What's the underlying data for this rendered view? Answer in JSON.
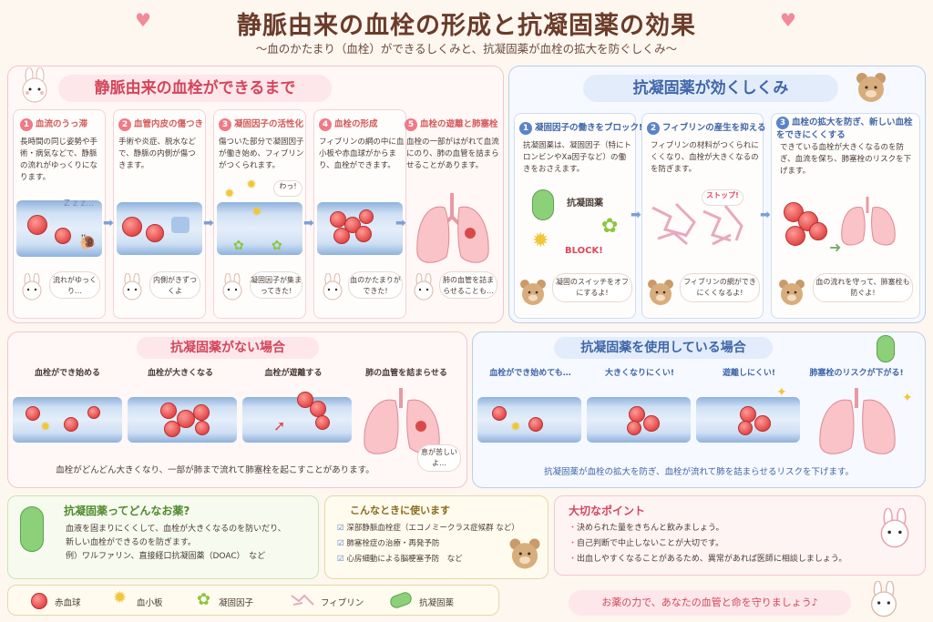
{
  "header": {
    "title": "静脈由来の血栓の形成と抗凝固薬の効果",
    "subtitle": "〜血のかたまり（血栓）ができるしくみと、抗凝固薬が血栓の拡大を防ぐしくみ〜"
  },
  "formation": {
    "heading": "静脈由来の血栓ができるまで",
    "steps": [
      {
        "num": "1",
        "title": "血流のうっ滞",
        "text": "長時間の同じ姿勢や手術・病気などで、静脈の流れがゆっくりになります。",
        "bubble": "流れがゆっくり…",
        "zzz": "Z z z..."
      },
      {
        "num": "2",
        "title": "血管内皮の傷つき",
        "text": "手術や炎症、脱水などで、静脈の内側が傷つきます。",
        "bubble": "内側がきずつくよ"
      },
      {
        "num": "3",
        "title": "凝固因子の活性化",
        "text": "傷ついた部分で凝固因子が働き始め、フィブリンがつくられます。",
        "bubble": "凝固因子が集まってきた!",
        "wow": "わっ!"
      },
      {
        "num": "4",
        "title": "血栓の形成",
        "text": "フィブリンの網の中に血小板や赤血球がからまり、血栓ができます。",
        "bubble": "血のかたまりができた!"
      },
      {
        "num": "5",
        "title": "血栓の遊離と肺塞栓",
        "text": "血栓の一部がはがれて血流にのり、肺の血管を詰まらせることがあります。",
        "bubble": "肺の血管を詰まらせることも…"
      }
    ]
  },
  "mechanism": {
    "heading": "抗凝固薬が効くしくみ",
    "steps": [
      {
        "num": "1",
        "title": "凝固因子の働きをブロック!",
        "text": "抗凝固薬は、凝固因子（特にトロンビンやXa因子など）の働きをおさえます。",
        "drug_label": "抗凝固薬",
        "block": "BLOCK!",
        "bubble": "凝固のスイッチをオフにするよ!"
      },
      {
        "num": "2",
        "title": "フィブリンの産生を抑える",
        "text": "フィブリンの材料がつくられにくくなり、血栓が大きくなるのを防ぎます。",
        "stop": "ストップ!",
        "bubble": "フィブリンの網ができにくくなるよ!"
      },
      {
        "num": "3",
        "title": "血栓の拡大を防ぎ、新しい血栓をできにくくする",
        "text": "できている血栓が大きくなるのを防ぎ、血流を保ち、肺塞栓のリスクを下げます。",
        "bubble": "血の流れを守って、肺塞栓も防ぐよ!"
      }
    ]
  },
  "without": {
    "heading": "抗凝固薬がない場合",
    "labels": [
      "血栓ができ始める",
      "血栓が大きくなる",
      "血栓が遊離する",
      "肺の血管を詰まらせる"
    ],
    "caption": "血栓がどんどん大きくなり、一部が肺まで流れて肺塞栓を起こすことがあります。",
    "bubble": "息が苦しいよ…"
  },
  "with": {
    "heading": "抗凝固薬を使用している場合",
    "labels": [
      "血栓ができ始めても…",
      "大きくなりにくい!",
      "遊離しにくい!",
      "肺塞栓のリスクが下がる!"
    ],
    "caption": "抗凝固薬が血栓の拡大を防ぎ、血栓が流れて肺を詰まらせるリスクを下げます。"
  },
  "about": {
    "title": "抗凝固薬ってどんなお薬?",
    "lines": [
      "血液を固まりにくくして、血栓が大きくなるのを防いだり、",
      "新しい血栓ができるのを防ぎます。",
      "例）ワルファリン、直接経口抗凝固薬（DOAC）　など"
    ]
  },
  "usage": {
    "title": "こんなときに使います",
    "items": [
      "深部静脈血栓症（エコノミークラス症候群 など）",
      "肺塞栓症の治療・再発予防",
      "心房細動による脳梗塞予防　など"
    ]
  },
  "points": {
    "title": "大切なポイント",
    "items": [
      "決められた量をきちんと飲みましょう。",
      "自己判断で中止しないことが大切です。",
      "出血しやすくなることがあるため、異常があれば医師に相談しましょう。"
    ]
  },
  "legend": {
    "items": [
      "赤血球",
      "血小板",
      "凝固因子",
      "フィブリン",
      "抗凝固薬"
    ]
  },
  "footer": {
    "message": "お薬の力で、あなたの血管と命を守りましょう♪"
  },
  "colors": {
    "pink_accent": "#e0566b",
    "blue_accent": "#3f66a9",
    "rbc": "#e24a4a",
    "platelet": "#f0c63c",
    "factor": "#8cc63f",
    "drug": "#8dd07a"
  }
}
